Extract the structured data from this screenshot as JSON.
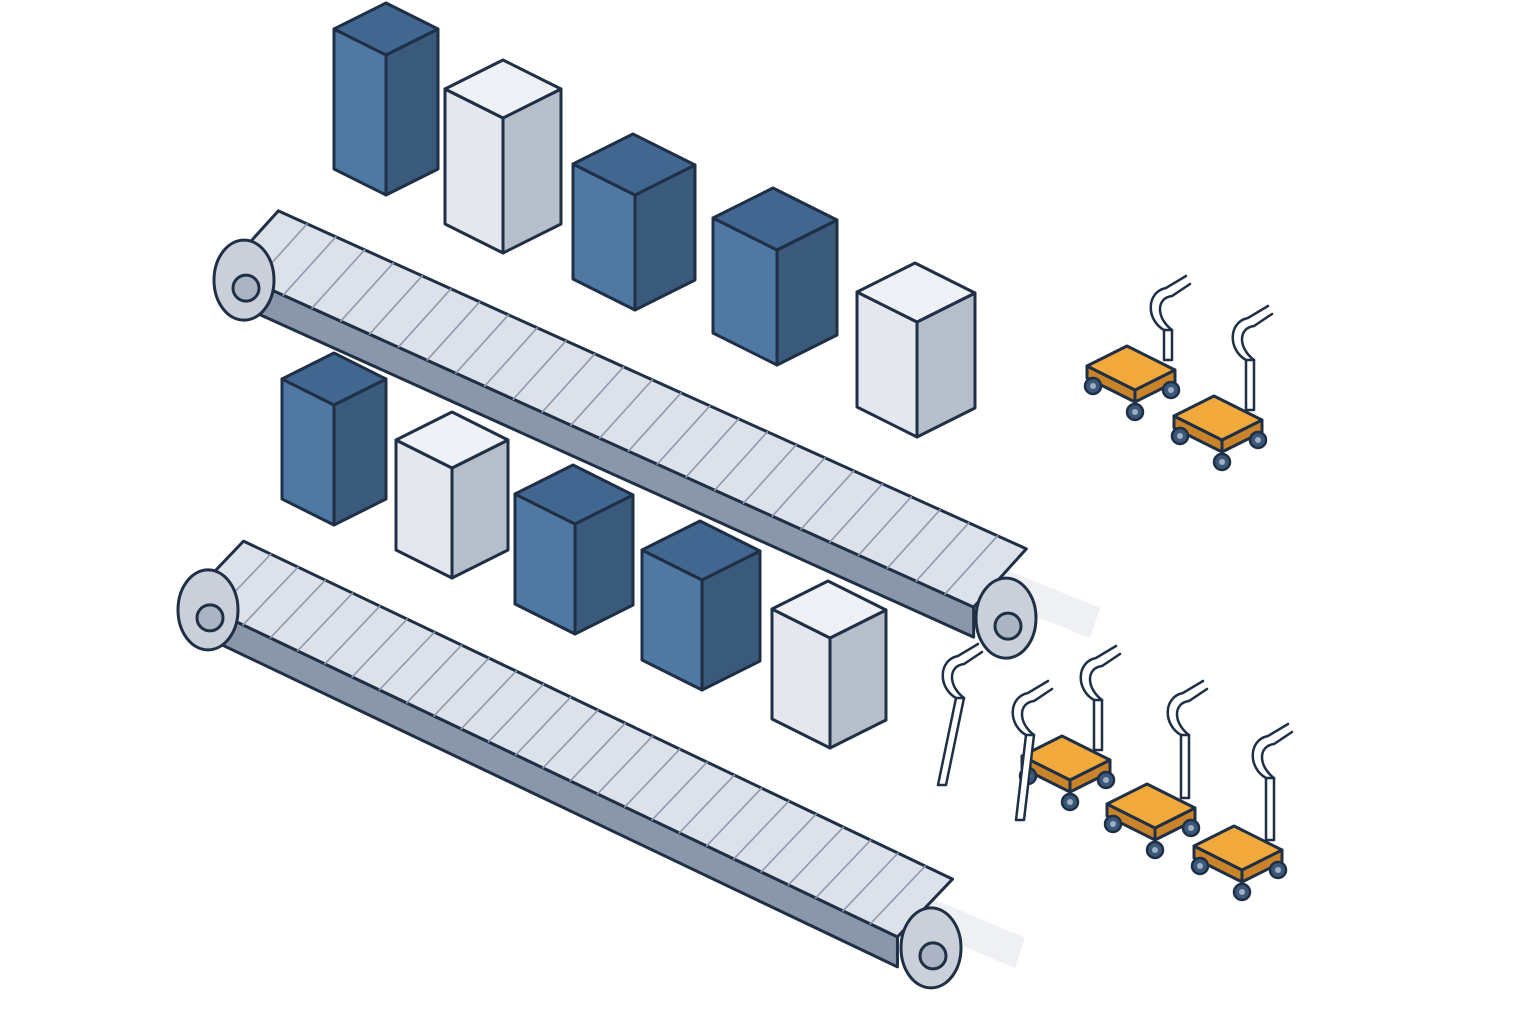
{
  "scene": {
    "description_visible_text": "",
    "palette": {
      "outline": "#1f2f45",
      "belt_top": "#dde2ea",
      "belt_side": "#8a97ab",
      "belt_end": "#c9d0da",
      "slat": "#8e9ab0",
      "box_dark_front": "#4f79a3",
      "box_dark_side": "#3a5a7c",
      "box_dark_top": "#41668f",
      "box_light_front": "#e4e8ee",
      "box_light_side": "#b6bec9",
      "box_light_top": "#eef1f5",
      "cart": "#f1a93b",
      "cart_dark": "#c9842a",
      "handle": "#ffffff",
      "wheel": "#3c5878",
      "shadow": "#eef0f4"
    },
    "conveyors": [
      {
        "name": "upper-conveyor",
        "boxes": [
          "dark",
          "light",
          "dark",
          "dark",
          "light"
        ],
        "carts": 2,
        "loose_handles": 0
      },
      {
        "name": "lower-conveyor",
        "boxes": [
          "dark",
          "light",
          "dark",
          "dark",
          "light"
        ],
        "carts": 3,
        "loose_handles": 2
      }
    ]
  }
}
